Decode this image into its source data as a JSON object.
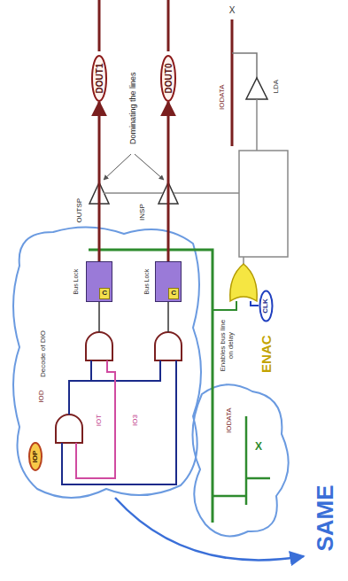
{
  "diagram": {
    "nodes": [
      {
        "text": [
          "DOUT1"
        ]
      },
      {
        "text": [
          "DOUT0"
        ]
      },
      {
        "text": [
          "C"
        ]
      },
      {
        "text": [
          "C"
        ]
      },
      {
        "text": [
          "IOP"
        ]
      },
      {
        "text": [
          "CLK"
        ]
      }
    ],
    "edges": [
      {
        "from": 2,
        "to": 0,
        "arrow": "to"
      },
      {
        "from": 3,
        "to": 1,
        "arrow": "to"
      }
    ],
    "labels": [
      "Dominating the lines",
      "OUTSP",
      "INSP",
      "Bus Lock",
      "Bus Lock",
      "IODATA",
      "IODATA",
      "LDA",
      "Enables bus line on delay",
      "ENAC",
      "SAME",
      "X",
      "X",
      "Decode of DIO",
      "IOD",
      "IOT",
      "IO3"
    ]
  }
}
